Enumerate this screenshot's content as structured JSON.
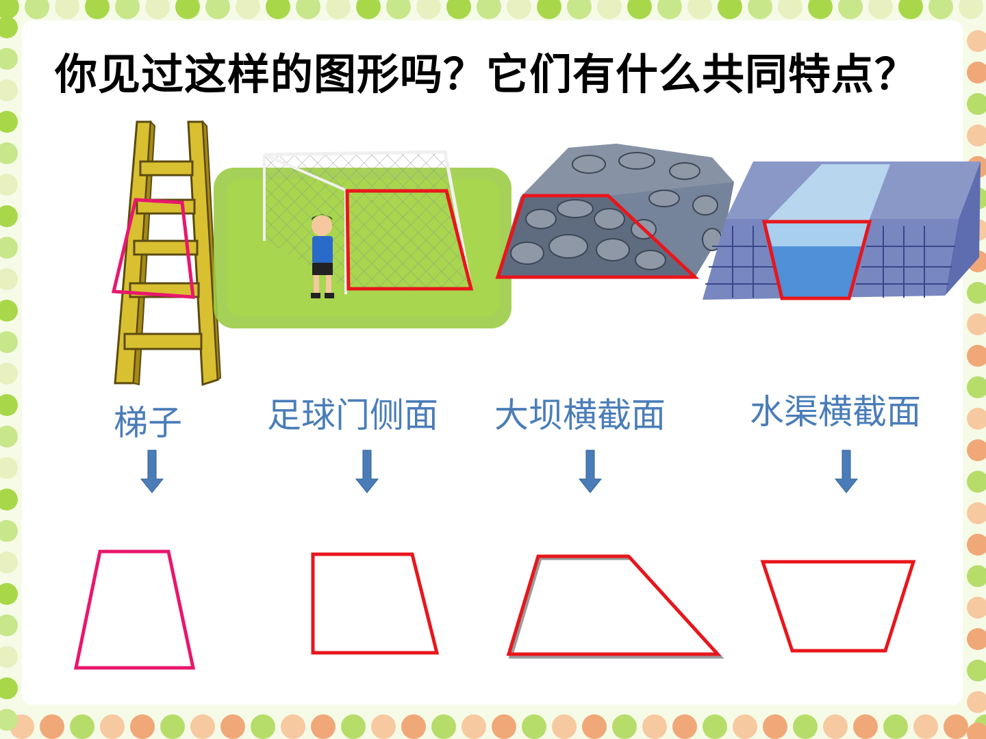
{
  "slide": {
    "title": "你见过这样的图形吗？它们有什么共同特点？",
    "items": [
      {
        "label": "梯子",
        "image": "ladder-illustration",
        "shape_color": "#e8176d"
      },
      {
        "label": "足球门侧面",
        "image": "soccer-goal-illustration",
        "shape_color": "#e8161c"
      },
      {
        "label": "大坝横截面",
        "image": "dam-illustration",
        "shape_color": "#e8161c"
      },
      {
        "label": "水渠横截面",
        "image": "water-channel-illustration",
        "shape_color": "#e8161c"
      }
    ],
    "arrow_icon": "arrow-down-icon",
    "colors": {
      "label_text": "#4a7db8",
      "arrow": "#4a7db8",
      "highlight_pink": "#e8176d",
      "highlight_red": "#e8161c",
      "border_green": "#a8d84a"
    }
  }
}
